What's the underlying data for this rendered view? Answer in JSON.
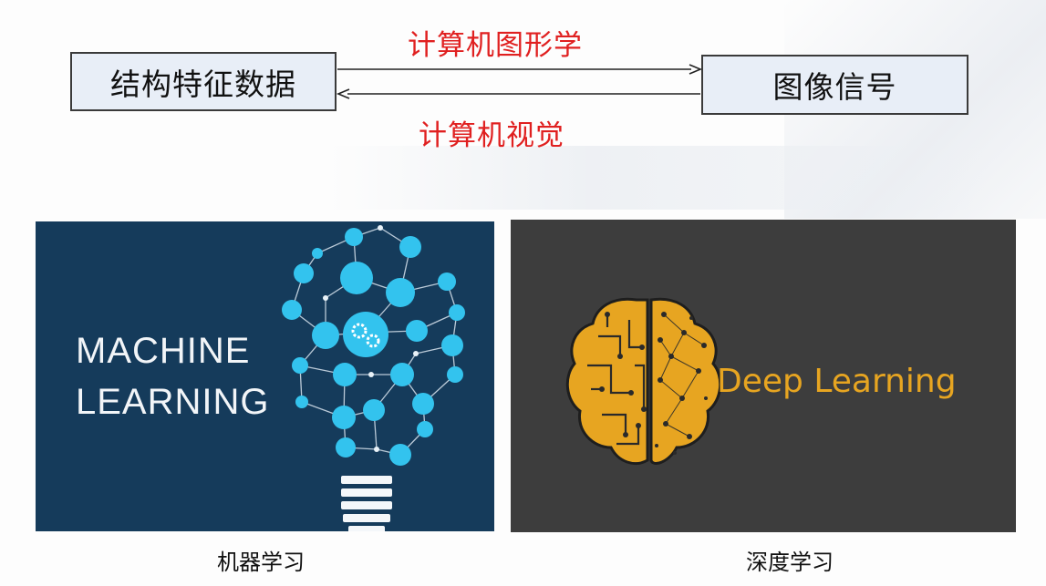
{
  "diagram": {
    "left_box": "结构特征数据",
    "right_box": "图像信号",
    "top_arrow_label": "计算机图形学",
    "bottom_arrow_label": "计算机视觉"
  },
  "images": {
    "machine_learning": {
      "line1": "MACHINE",
      "line2": "LEARNING",
      "caption": "机器学习"
    },
    "deep_learning": {
      "text": "Deep Learning",
      "caption": "深度学习"
    }
  },
  "colors": {
    "arrow_label": "#e02020",
    "box_fill": "#e8eef7",
    "ml_background": "#153b5b",
    "ml_node": "#33c3ee",
    "dl_background": "#3d3d3d",
    "dl_accent": "#e7a521"
  }
}
